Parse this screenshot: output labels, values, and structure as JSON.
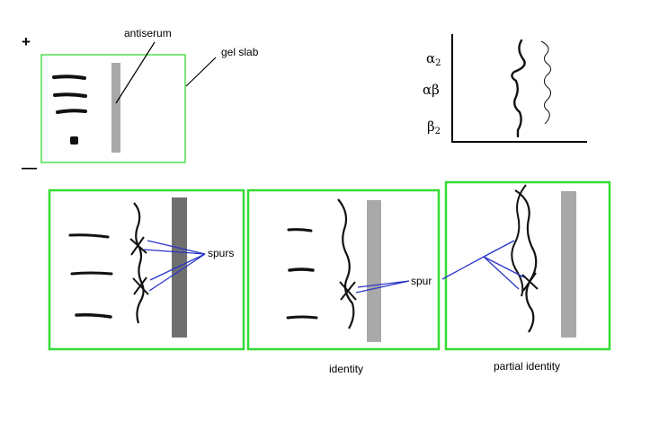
{
  "top": {
    "plus_sign": "+",
    "minus_sign": "—",
    "antiserum_label": "antiserum",
    "gel_slab_label": "gel slab"
  },
  "profile": {
    "alpha2": {
      "base": "α",
      "sub": "2"
    },
    "alphabeta": "αβ",
    "beta2": {
      "base": "β",
      "sub": "2"
    }
  },
  "panels": {
    "spurs_label": "spurs",
    "spur_label": "spur",
    "identity_caption": "identity",
    "partial_identity_caption": "partial identity"
  },
  "colors": {
    "gel_border": "#33dd33",
    "antiserum_well": "#a9a9a9",
    "antiserum_well_dark": "#6f6f6f",
    "spur_line": "#2a35c8",
    "ink": "#111111"
  }
}
